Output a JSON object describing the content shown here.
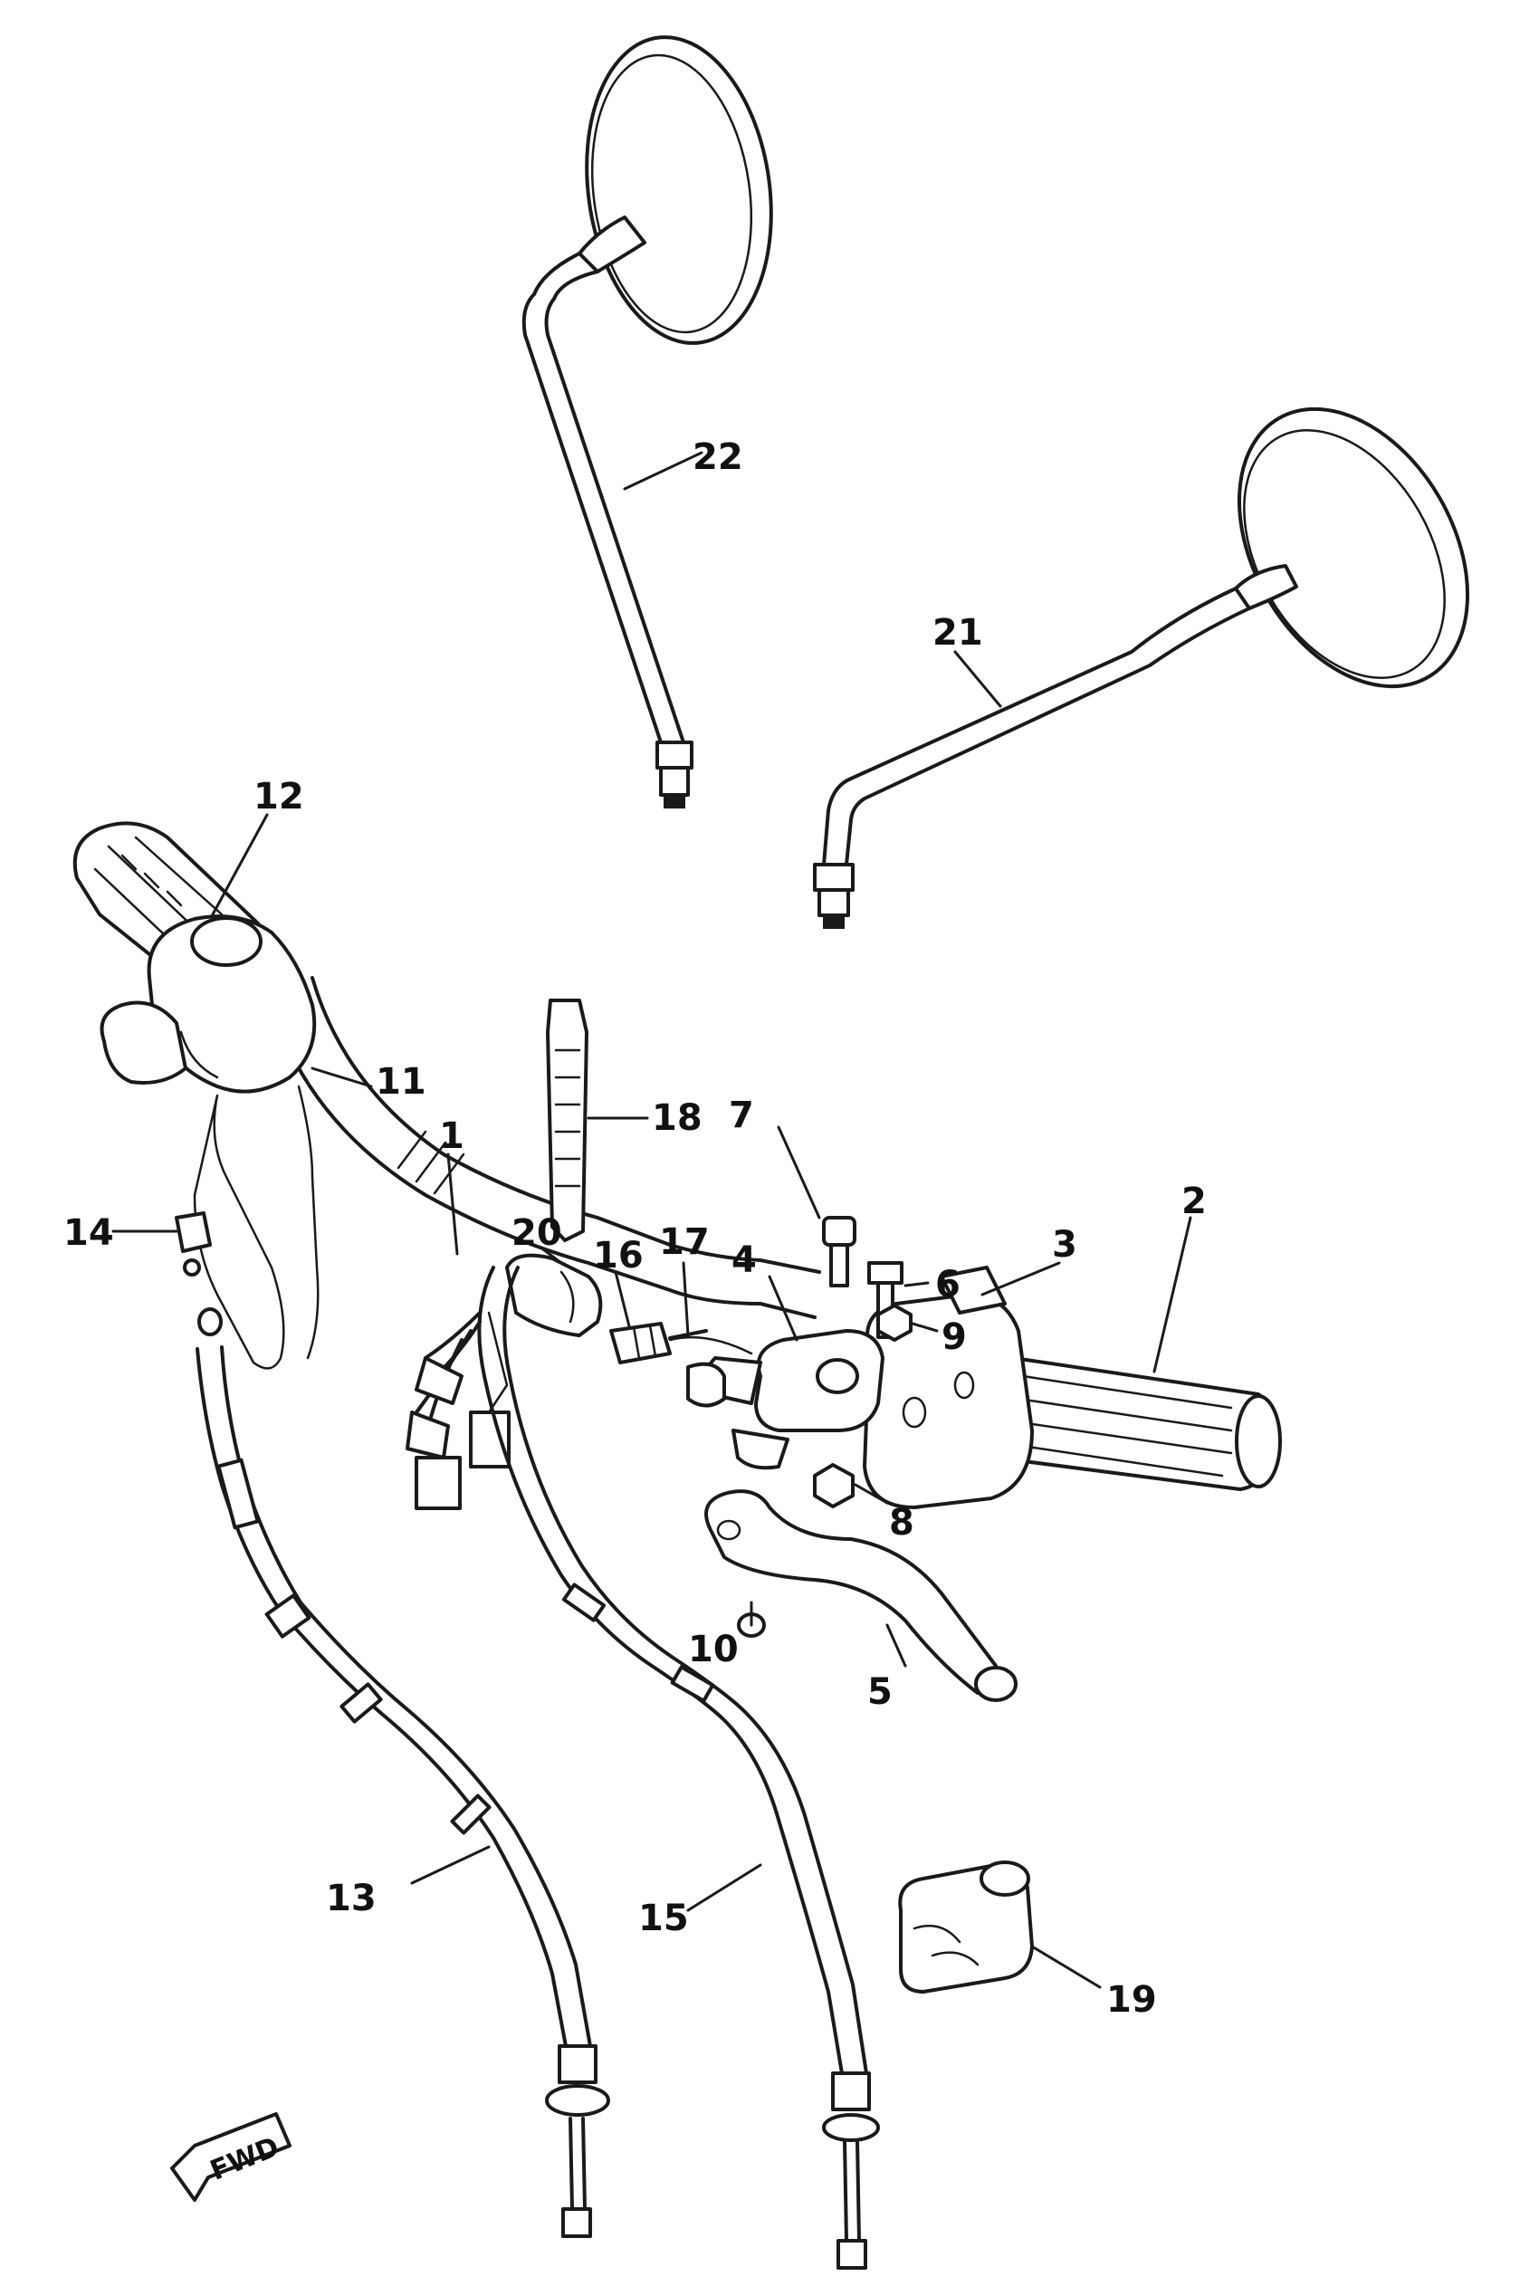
{
  "callouts": [
    {
      "id": "1",
      "label": "1"
    },
    {
      "id": "2",
      "label": "2"
    },
    {
      "id": "3",
      "label": "3"
    },
    {
      "id": "4",
      "label": "4"
    },
    {
      "id": "5",
      "label": "5"
    },
    {
      "id": "6",
      "label": "6"
    },
    {
      "id": "7",
      "label": "7"
    },
    {
      "id": "8",
      "label": "8"
    },
    {
      "id": "9",
      "label": "9"
    },
    {
      "id": "10",
      "label": "10"
    },
    {
      "id": "11",
      "label": "11"
    },
    {
      "id": "12",
      "label": "12"
    },
    {
      "id": "13",
      "label": "13"
    },
    {
      "id": "14",
      "label": "14"
    },
    {
      "id": "15",
      "label": "15"
    },
    {
      "id": "16",
      "label": "16"
    },
    {
      "id": "17",
      "label": "17"
    },
    {
      "id": "18",
      "label": "18"
    },
    {
      "id": "19",
      "label": "19"
    },
    {
      "id": "20",
      "label": "20"
    },
    {
      "id": "21",
      "label": "21"
    },
    {
      "id": "22",
      "label": "22"
    }
  ],
  "direction_marker": {
    "label": "FWD"
  }
}
